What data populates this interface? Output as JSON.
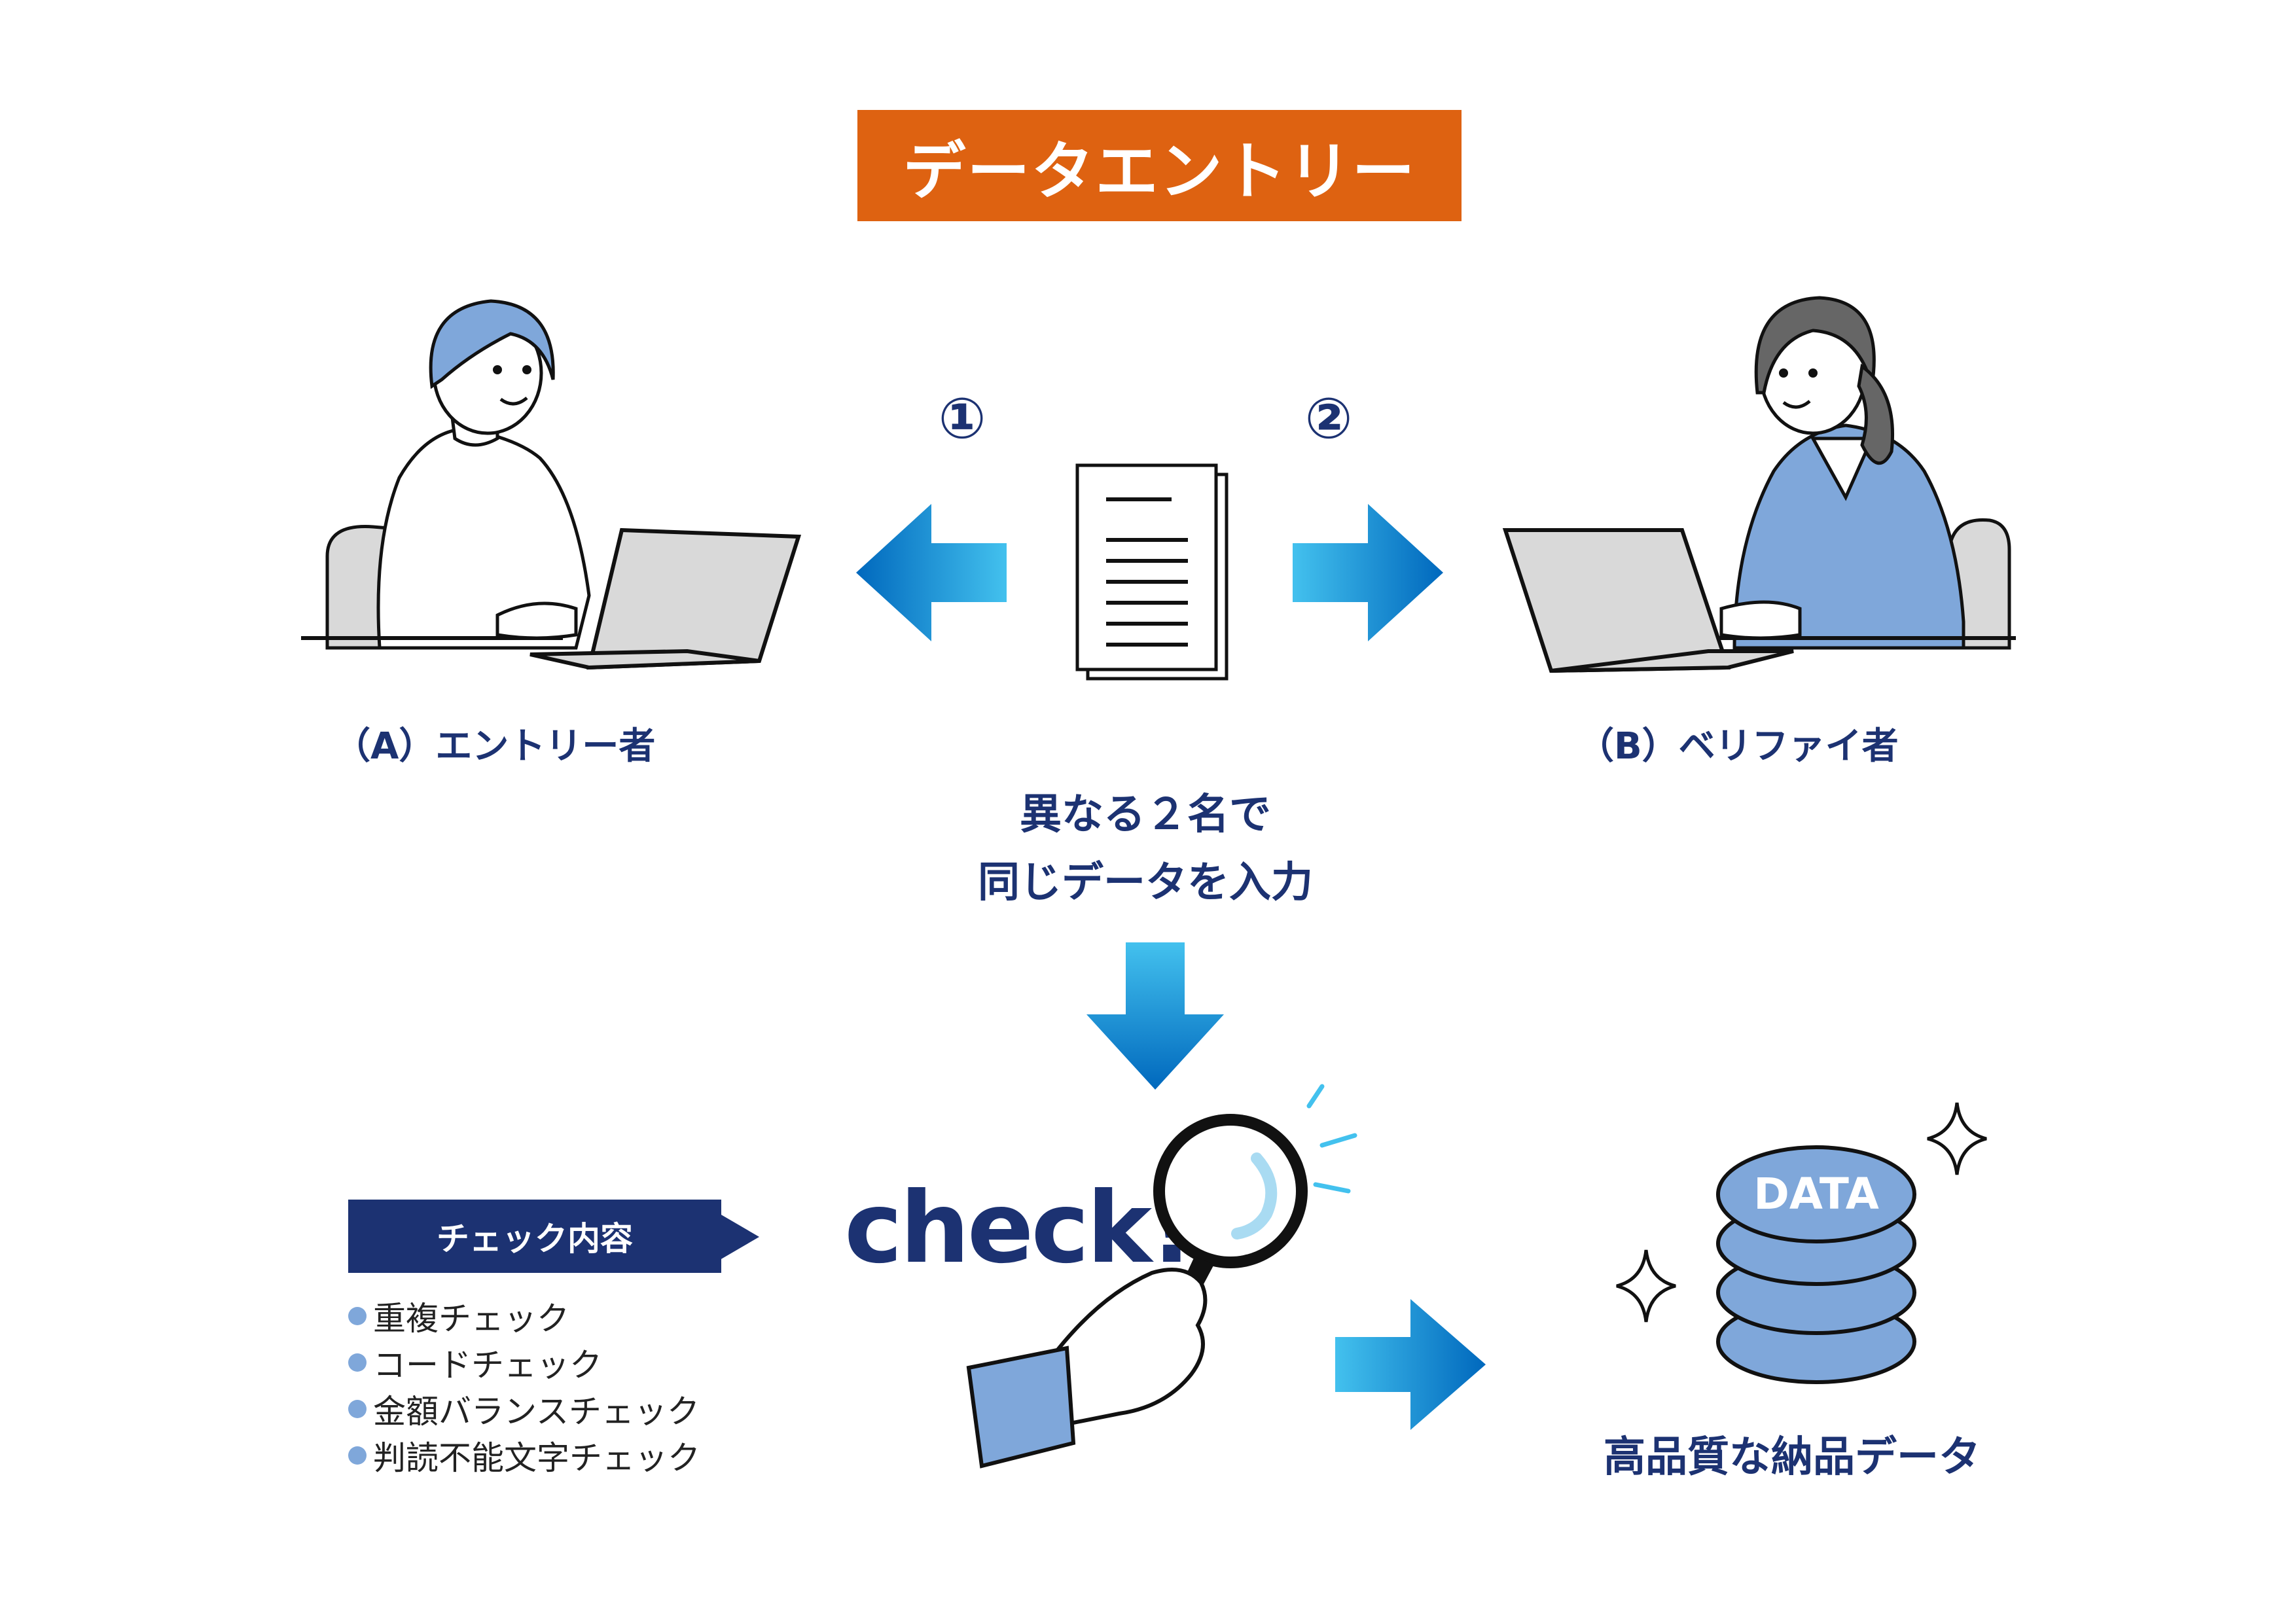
{
  "title": "データエントリー",
  "steps": {
    "one": "①",
    "two": "②"
  },
  "roles": {
    "entry": "（A）エントリー者",
    "verify": "（B）ベリファイ者"
  },
  "center_text": {
    "line1": "異なる２名で",
    "line2": "同じデータを入力"
  },
  "check_section": {
    "title": "チェック内容",
    "items": [
      "重複チェック",
      "コードチェック",
      "金額バランスチェック",
      "判読不能文字チェック"
    ]
  },
  "check_word": "check!",
  "database_label": "DATA",
  "result_label": "高品質な納品データ",
  "colors": {
    "title_bg": "#de6211",
    "navy": "#1c3272",
    "arrow_dark": "#0068bd",
    "arrow_light": "#43c1ee",
    "db_blue": "#7fa7da",
    "suit_blue": "#7fa7da",
    "laptop_gray": "#d9d9d9"
  },
  "icons": [
    "document-icon",
    "magnifier-icon",
    "database-icon",
    "sparkle-icon",
    "laptop-icon",
    "person-icon"
  ]
}
